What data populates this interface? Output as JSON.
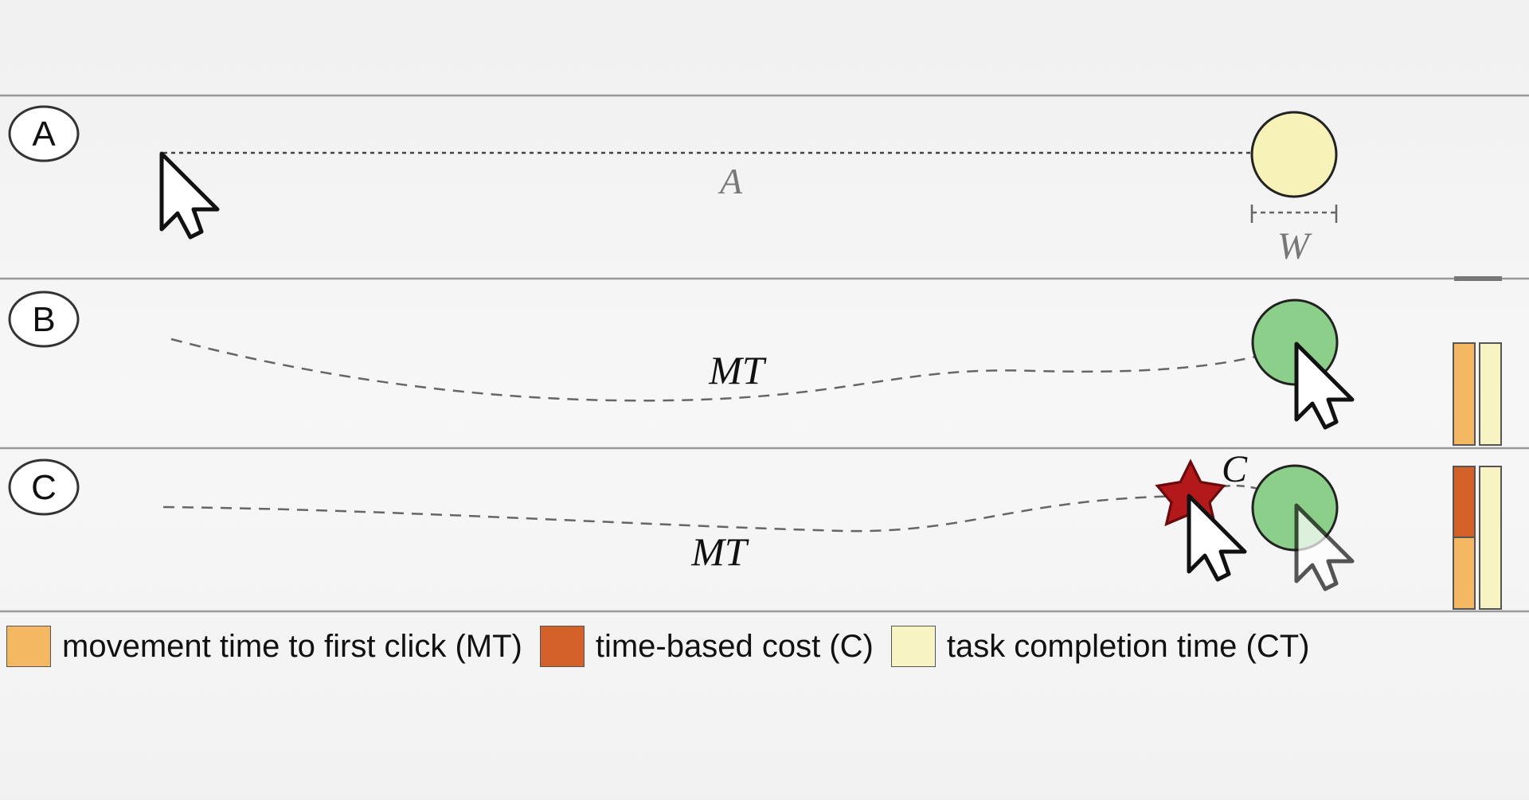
{
  "panels": [
    {
      "label": "A",
      "distance_label": "A",
      "width_label": "W"
    },
    {
      "label": "B",
      "movement_label": "MT"
    },
    {
      "label": "C",
      "movement_label": "MT",
      "cost_label": "C"
    }
  ],
  "legend": {
    "mt": "movement time to first click (MT)",
    "cost": "time-based cost (C)",
    "ct": "task completion time (CT)"
  },
  "colors": {
    "mt": "#f5b862",
    "cost": "#d4612a",
    "ct": "#f8f3c2",
    "target_idle": "#f7f2b8",
    "target_hit": "#8ccf8a",
    "error_star": "#b3181b"
  }
}
